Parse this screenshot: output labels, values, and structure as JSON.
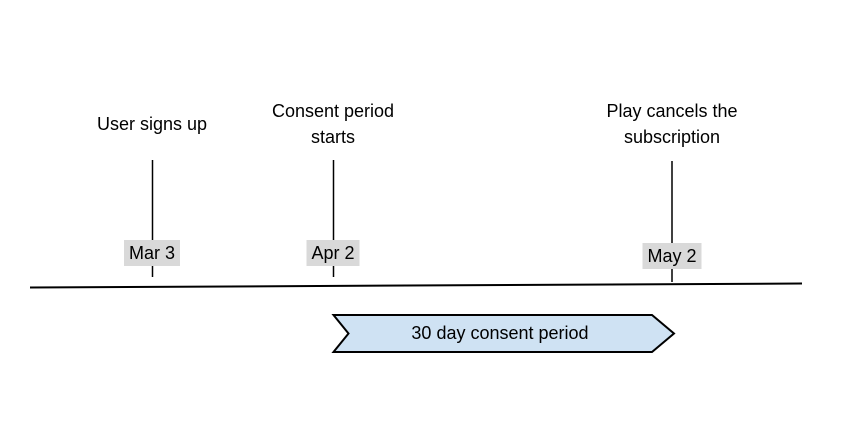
{
  "diagram": {
    "type": "timeline",
    "background": "#ffffff"
  },
  "events": [
    {
      "label": "User signs up",
      "date": "Mar 3"
    },
    {
      "label": "Consent period\nstarts",
      "date": "Apr 2"
    },
    {
      "label": "Play cancels the\nsubscription",
      "date": "May 2"
    }
  ],
  "period_banner": {
    "label": "30 day consent period",
    "fill": "#cfe2f3",
    "stroke": "#000000"
  },
  "colors": {
    "date_chip_bg": "#d9d9d9",
    "timeline_line": "#000000",
    "text": "#000000"
  }
}
